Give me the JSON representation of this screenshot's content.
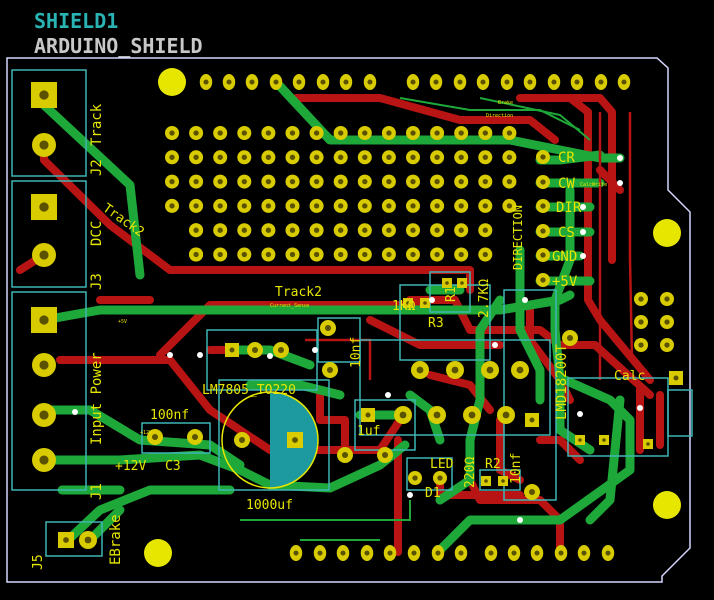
{
  "title": {
    "line1": "SHIELD1",
    "line2": "ARDUINO_SHIELD"
  },
  "colors": {
    "background": "#000000",
    "board_edge": "#d6d6ff",
    "top_copper": "#b81414",
    "bottom_copper": "#1fa83a",
    "silkscreen": "#e6e600",
    "pad": "#d8cc00",
    "courtyard": "#3fb5b5",
    "title_top": "#2ab3b3",
    "title_bottom": "#c8c8c8",
    "via": "#ffffff"
  },
  "labels": {
    "j2": "J2",
    "track": "Track",
    "dcc": "DCC",
    "j3": "J3",
    "input_power": "Input Power",
    "j1": "J1",
    "j5": "J5",
    "ebrake": "EBrake",
    "track2_a": "Track2",
    "track2_b": "Track2",
    "cr": "CR",
    "cw": "CW",
    "dir": "DIR",
    "cs": "CS",
    "gnd": "GND",
    "plus5v": "+5V",
    "r_1k": "1KΩ",
    "r_27k": "2.7KΩ",
    "r3": "R3",
    "r1": "R1",
    "c_10nf": "10nf",
    "lm7805": "LM7805_TO220",
    "c_100nf": "100nf",
    "c_1uf": "1uf",
    "plus12v": "+12V",
    "c3": "C3",
    "c_1000uf": "1000uf",
    "led": "LED",
    "d1": "D1",
    "r_220": "220Ω",
    "r2": "R2",
    "c_10nf_b": "10nf",
    "lmd18200t": "LMD18200T",
    "calc": "Calc",
    "vertical_label": "DIRECTION"
  },
  "small_labels": {
    "brake": "Brake",
    "direction": "Direction",
    "calcwrite": "CalcWrite",
    "current_sense": "Current_Sense",
    "plus5": "+5V",
    "plus12": "+12V"
  }
}
